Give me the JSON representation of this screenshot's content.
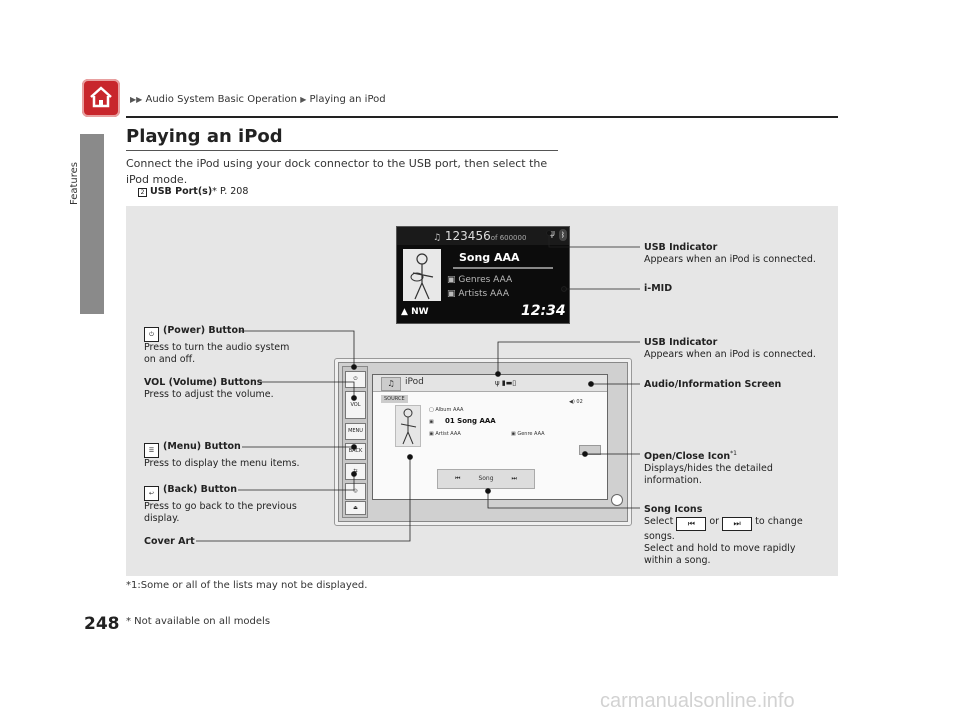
{
  "header": {
    "crumb_section": "Audio System Basic Operation",
    "crumb_page": "Playing an iPod",
    "side_tab": "Features",
    "page_number": "248"
  },
  "content": {
    "title": "Playing an iPod",
    "intro": "Connect the iPod using your dock connector to the USB port, then select the iPod mode.",
    "ref_label": "USB Port(s)",
    "ref_star": "*",
    "ref_page": " P. 208"
  },
  "imid": {
    "track_num": "123456",
    "track_total": "of 600000",
    "song": "Song AAA",
    "genre": "Genres AAA",
    "artist": "Artists AAA",
    "direction": "NW",
    "clock": "12:34"
  },
  "screen": {
    "title": "iPod",
    "source": "SOURCE",
    "album": "Album AAA",
    "song": "01 Song AAA",
    "artist": "Artist AAA",
    "genre": "Genre AAA",
    "counter": "02",
    "control": "Song"
  },
  "buttons": {
    "vol": "VOL",
    "menu": "MENU",
    "back": "BACK"
  },
  "callouts": {
    "usb1_title": "USB Indicator",
    "usb1_desc": "Appears when an iPod is connected.",
    "imid": "i-MID",
    "usb2_title": "USB Indicator",
    "usb2_desc": "Appears when an iPod is connected.",
    "audio_screen": "Audio/Information Screen",
    "openclose_title": "Open/Close Icon",
    "openclose_sup": "*1",
    "openclose_desc1": "Displays/hides the detailed",
    "openclose_desc2": "information.",
    "songicons_title": "Song Icons",
    "songicons_select": "Select",
    "songicons_or": "or",
    "songicons_tochange": "to change",
    "songicons_songs": "songs.",
    "songicons_hold1": "Select and hold to move rapidly",
    "songicons_hold2": "within a song.",
    "power_title": "(Power) Button",
    "power_desc1": "Press to turn the audio system",
    "power_desc2": "on and off.",
    "vol_title": "VOL (Volume) Buttons",
    "vol_desc": "Press to adjust the volume.",
    "menu_title": "(Menu) Button",
    "menu_desc": "Press to display the menu items.",
    "back_title": "(Back) Button",
    "back_desc1": "Press to go back to the previous",
    "back_desc2": "display.",
    "cover_art": "Cover Art"
  },
  "footer": {
    "footnote": "*1:Some or all of the lists may not be displayed.",
    "not_available": "* Not available on all models",
    "watermark": "carmanualsonline.info"
  }
}
